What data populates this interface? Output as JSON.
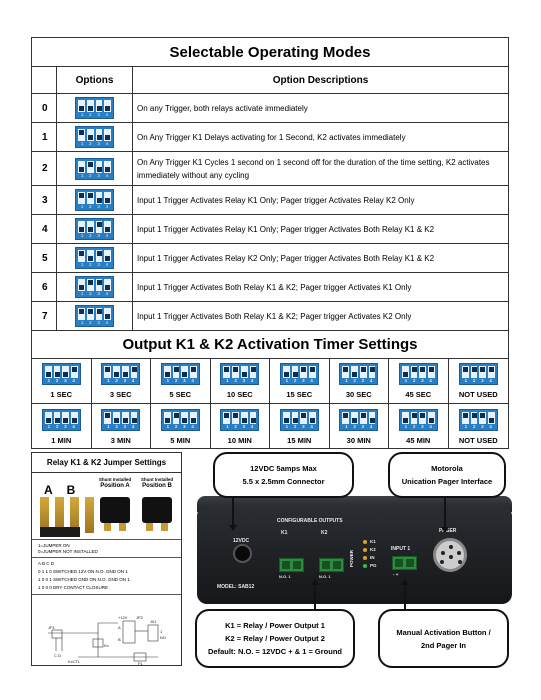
{
  "modes_table": {
    "title": "Selectable Operating Modes",
    "col_options": "Options",
    "col_descriptions": "Option Descriptions",
    "dip_numbers": [
      "1",
      "2",
      "3",
      "4"
    ],
    "rows": [
      {
        "num": "0",
        "dip": [
          "off",
          "off",
          "off",
          "off"
        ],
        "desc": "On any Trigger, both relays activate immediately"
      },
      {
        "num": "1",
        "dip": [
          "on",
          "off",
          "off",
          "off"
        ],
        "desc": "On Any Trigger K1 Delays activating for 1 Second, K2 activates immediately"
      },
      {
        "num": "2",
        "dip": [
          "off",
          "on",
          "off",
          "off"
        ],
        "desc": "On Any Trigger K1 Cycles 1 second on 1 second off for the duration of the time setting, K2 activates immediately without any cycling"
      },
      {
        "num": "3",
        "dip": [
          "on",
          "on",
          "off",
          "off"
        ],
        "desc": "Input 1 Trigger Activates Relay K1 Only; Pager trigger Activates Relay K2 Only"
      },
      {
        "num": "4",
        "dip": [
          "off",
          "off",
          "on",
          "off"
        ],
        "desc": "Input 1 Trigger Activates Relay K1 Only; Pager trigger Activates Both Relay K1 & K2"
      },
      {
        "num": "5",
        "dip": [
          "on",
          "off",
          "on",
          "off"
        ],
        "desc": "Input 1 Trigger Activates Relay K2 Only; Pager trigger Activates Both Relay K1 & K2"
      },
      {
        "num": "6",
        "dip": [
          "off",
          "on",
          "on",
          "off"
        ],
        "desc": "Input 1 Trigger Activates Both Relay K1 & K2; Pager trigger Activates K1 Only"
      },
      {
        "num": "7",
        "dip": [
          "on",
          "on",
          "on",
          "off"
        ],
        "desc": "Input 1 Trigger Activates Both Relay K1 & K2; Pager trigger Activates K2 Only"
      }
    ]
  },
  "timer_table": {
    "title": "Output K1 & K2 Activation Timer Settings",
    "cells": [
      {
        "label": "1 SEC",
        "dip": [
          "off",
          "off",
          "off",
          "on"
        ]
      },
      {
        "label": "3 SEC",
        "dip": [
          "on",
          "off",
          "off",
          "on"
        ]
      },
      {
        "label": "5 SEC",
        "dip": [
          "off",
          "on",
          "off",
          "on"
        ]
      },
      {
        "label": "10 SEC",
        "dip": [
          "on",
          "on",
          "off",
          "on"
        ]
      },
      {
        "label": "15 SEC",
        "dip": [
          "off",
          "off",
          "on",
          "on"
        ]
      },
      {
        "label": "30 SEC",
        "dip": [
          "on",
          "off",
          "on",
          "on"
        ]
      },
      {
        "label": "45 SEC",
        "dip": [
          "off",
          "on",
          "on",
          "on"
        ]
      },
      {
        "label": "NOT USED",
        "dip": [
          "on",
          "on",
          "on",
          "on"
        ]
      },
      {
        "label": "1 MIN",
        "dip": [
          "off",
          "off",
          "off",
          "off"
        ]
      },
      {
        "label": "3 MIN",
        "dip": [
          "on",
          "off",
          "off",
          "off"
        ]
      },
      {
        "label": "5 MIN",
        "dip": [
          "off",
          "on",
          "off",
          "off"
        ]
      },
      {
        "label": "10 MIN",
        "dip": [
          "on",
          "on",
          "off",
          "off"
        ]
      },
      {
        "label": "15 MIN",
        "dip": [
          "off",
          "off",
          "on",
          "off"
        ]
      },
      {
        "label": "30 MIN",
        "dip": [
          "on",
          "off",
          "on",
          "off"
        ]
      },
      {
        "label": "45 MIN",
        "dip": [
          "off",
          "on",
          "on",
          "off"
        ]
      },
      {
        "label": "NOT USED",
        "dip": [
          "on",
          "on",
          "on",
          "off"
        ]
      }
    ]
  },
  "jumper_panel": {
    "title": "Relay K1 & K2 Jumper Settings",
    "a": "A",
    "b": "B",
    "shunt_a": "Shunt Installed",
    "pos_a": "Position A",
    "shunt_b": "Shunt Installed",
    "pos_b": "Position B",
    "legend_1": "1=JUMPER ON",
    "legend_0": "0=JUMPER NOT INSTALLED",
    "col_header": "A  B  C  D",
    "rows": [
      "0  1  1  0   SWITCHED 12V ON N.O. GND ON 1",
      "1  0  0  1   SWITCHED GND ON N.O. GND ON 1",
      "1  0  0  0   DRY CONTACT CLOSURE"
    ],
    "schem_12v": "+12V",
    "schem_jp1": "JP1",
    "schem_jp2": "JP2",
    "schem_j01": "J01",
    "schem_kx": "Kx",
    "schem_kxctl": "KxCTL",
    "schem_f1": "F1",
    "schem_cd": "C   D",
    "schem_no": "NO",
    "schem_1": "1",
    "schem_a": "A",
    "schem_b": "B"
  },
  "device": {
    "dc_label": "12VDC",
    "model": "MODEL: SAB12",
    "outputs_label": "CONFIGURABLE OUTPUTS",
    "k1": "K1",
    "k2": "K2",
    "no1": "N.O.   1",
    "no2": "N.O.   1",
    "power": "POWER",
    "led_k1": "K1",
    "led_k2": "K2",
    "led_in": "IN",
    "led_pg": "PG",
    "input1": "INPUT 1",
    "input_pol": "-      +",
    "pager": "PAGER",
    "led_colors": {
      "k1": "#e0a020",
      "k2": "#e0a020",
      "in": "#e0a020",
      "pg": "#2ec44a"
    }
  },
  "callouts": {
    "power_line1": "12VDC 5amps Max",
    "power_line2": "5.5 x 2.5mm Connector",
    "pager_line1": "Motorola",
    "pager_line2": "Unication Pager Interface",
    "outputs_line1": "K1 = Relay / Power Output 1",
    "outputs_line2": "K2 = Relay / Power Output 2",
    "outputs_line3": "Default: N.O. = 12VDC + & 1 = Ground",
    "manual_line1": "Manual Activation Button /",
    "manual_line2": "2nd Pager In"
  }
}
